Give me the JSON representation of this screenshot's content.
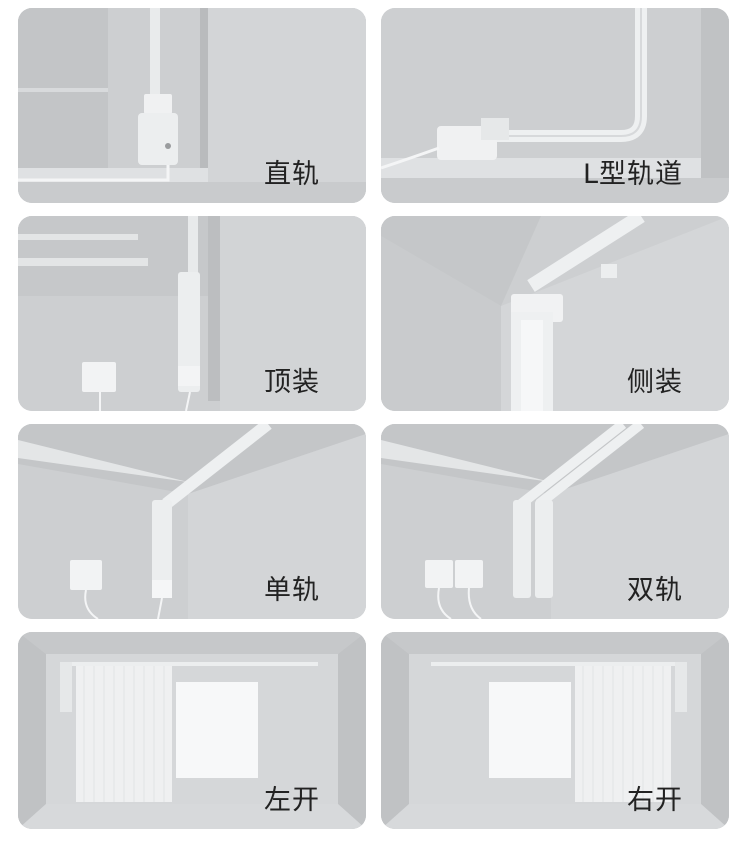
{
  "cards": [
    {
      "label": "直轨"
    },
    {
      "label": "L型轨道"
    },
    {
      "label": "顶装"
    },
    {
      "label": "侧装"
    },
    {
      "label": "单轨"
    },
    {
      "label": "双轨"
    },
    {
      "label": "左开"
    },
    {
      "label": "右开"
    }
  ]
}
